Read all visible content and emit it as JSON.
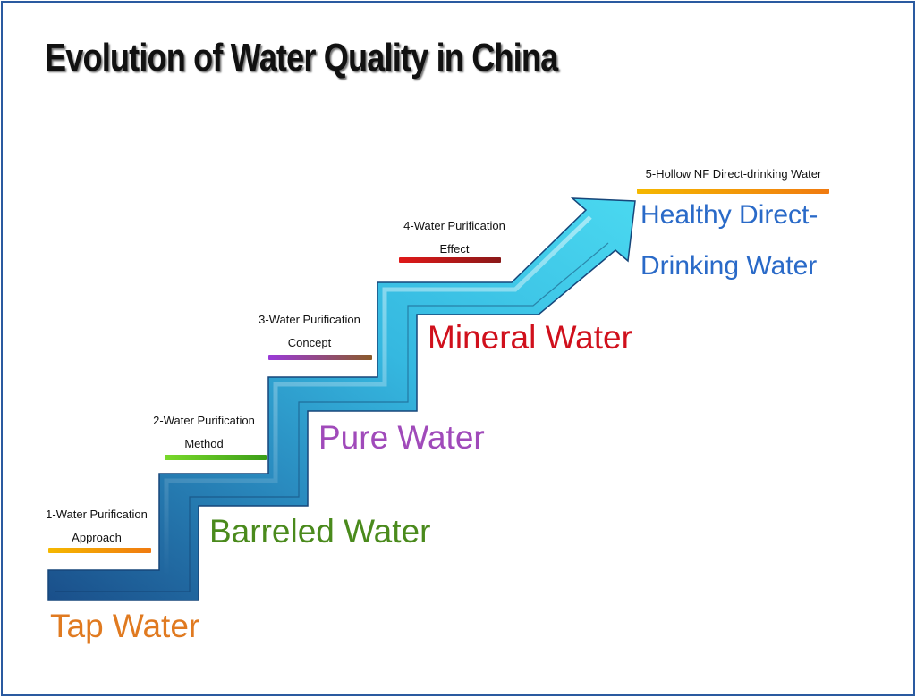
{
  "title": "Evolution of Water Quality in China",
  "steps": [
    {
      "label_line1": "1-Water Purification",
      "label_line2": "Approach",
      "bar_colors": [
        "#f5b800",
        "#f07a10"
      ]
    },
    {
      "label_line1": "2-Water Purification",
      "label_line2": "Method",
      "bar_colors": [
        "#79d92a",
        "#3c9e18"
      ]
    },
    {
      "label_line1": "3-Water Purification",
      "label_line2": "Concept",
      "bar_colors": [
        "#9a3ad8",
        "#8a5a2a"
      ]
    },
    {
      "label_line1": "4-Water Purification",
      "label_line2": "Effect",
      "bar_colors": [
        "#e01818",
        "#8a1818"
      ]
    },
    {
      "label_line1": "5-Hollow NF Direct-drinking Water",
      "bar_colors": [
        "#f5b800",
        "#f07a10"
      ]
    }
  ],
  "stages": [
    {
      "name": "Tap Water",
      "color": "#e07a20"
    },
    {
      "name": "Barreled Water",
      "color": "#4a8a1c"
    },
    {
      "name": "Pure Water",
      "color": "#a04aba"
    },
    {
      "name": "Mineral Water",
      "color": "#d0101c"
    },
    {
      "name_line1": "Healthy Direct-",
      "name_line2": "Drinking Water",
      "color": "#2a6ac8"
    }
  ],
  "colors": {
    "stair_dark": "#1a4f8a",
    "stair_light": "#3ec8e8",
    "frame": "#2a5aa0"
  }
}
